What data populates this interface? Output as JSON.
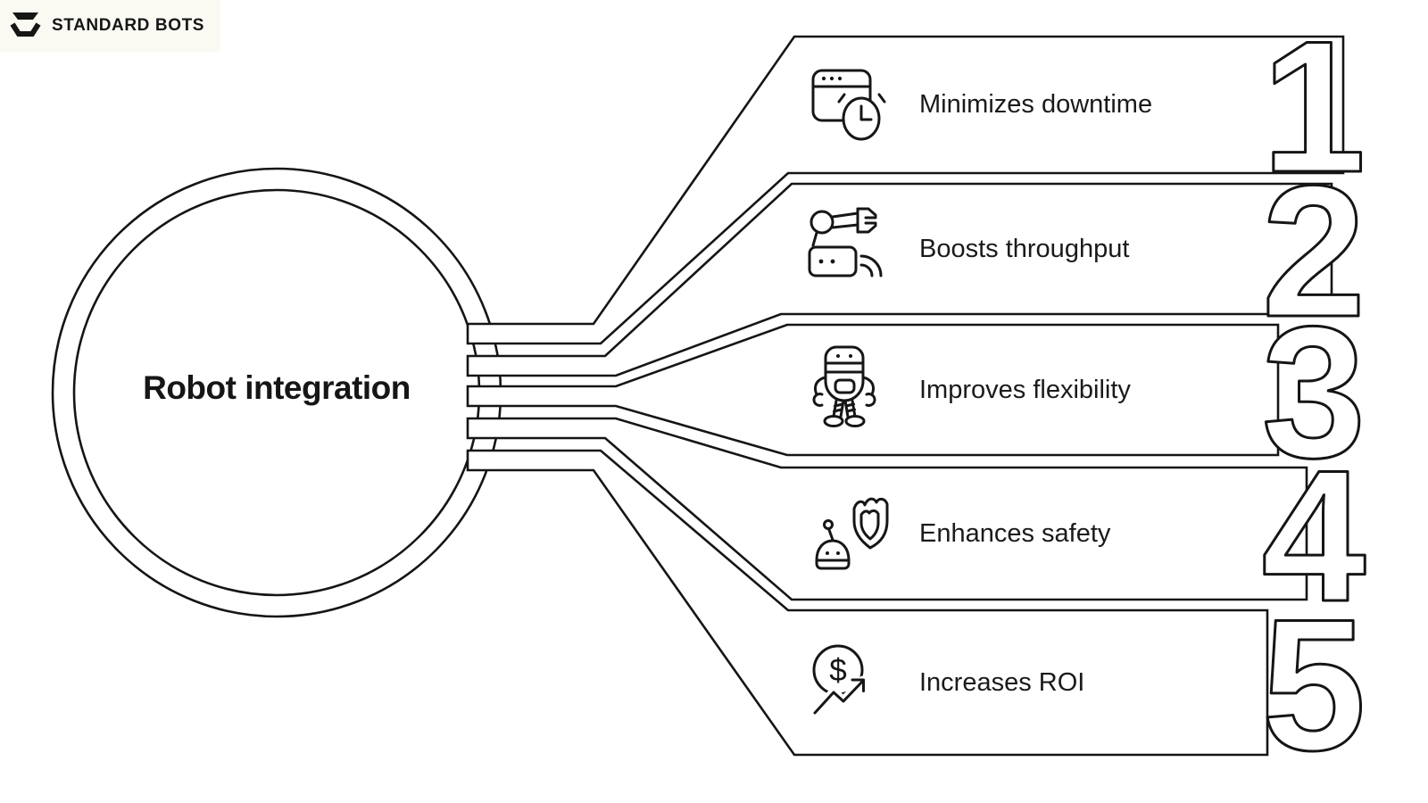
{
  "brand": {
    "name": "STANDARD BOTS",
    "logo_icon": "hex-bolt-icon"
  },
  "diagram": {
    "center_label": "Robot integration",
    "items": [
      {
        "number": "1",
        "label": "Minimizes downtime",
        "icon": "browser-clock-icon"
      },
      {
        "number": "2",
        "label": "Boosts throughput",
        "icon": "robot-arm-signal-icon"
      },
      {
        "number": "3",
        "label": "Improves flexibility",
        "icon": "robot-icon"
      },
      {
        "number": "4",
        "label": "Enhances safety",
        "icon": "robot-shield-icon"
      },
      {
        "number": "5",
        "label": "Increases ROI",
        "icon": "dollar-growth-arrow-icon"
      }
    ]
  },
  "colors": {
    "stroke": "#151515",
    "text": "#1a1a1a",
    "background": "#ffffff",
    "logo_background": "#fbfaf2"
  }
}
